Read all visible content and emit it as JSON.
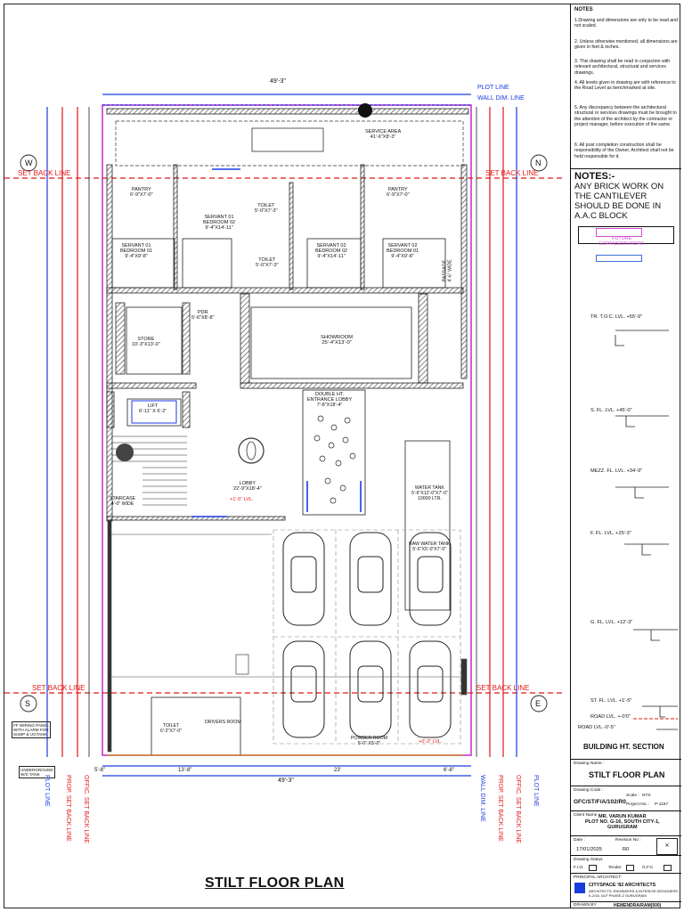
{
  "drawing_title": "STILT FLOOR PLAN",
  "dimensions": {
    "overall_width_top": "49'-3\"",
    "overall_width_bottom": "49'-3\"",
    "side_clear_left": "5'-8\"",
    "bottom_left": "13'-8\"",
    "bottom_mid": "23'",
    "bottom_right": "6'-8\"",
    "plot_line": "PLOT LINE",
    "wall_dim_line": "WALL DIM. LINE",
    "set_back_line": "SET BACK LINE",
    "offic_set_back": "OFFIC. SET BACK LINE",
    "prop_set_back": "PROP. SET BACK LINE"
  },
  "compass": {
    "west": "W",
    "north": "N",
    "south": "S",
    "east": "E"
  },
  "rooms": {
    "service_area": "SERVICE AREA\n41'-6\"X8'-3\"",
    "pantry_left": "PANTRY\n6'-9\"X7'-0\"",
    "pantry_right": "PANTRY\n6'-9\"X7'-0\"",
    "servant01_bed01": "SERVANT 01\nBEDROOM 01\n9'-4\"X9'-8\"",
    "servant01_bed02": "SERVANT 01\nBEDROOM 02\n9'-4\"X14'-11\"",
    "toilet_a": "TOILET\n5'-0\"X7'-3\"",
    "toilet_b": "TOILET\n5'-0\"X7'-3\"",
    "servant02_bed02": "SERVANT 02\nBEDROOM 02\n9'-4\"X14'-11\"",
    "servant02_bed01": "SERVANT 02\nBEDROOM 01\n9'-4\"X9'-8\"",
    "passage": "PASSAGE\n4'-6\" WIDE",
    "store": "STORE\n10'-3\"X13'-0\"",
    "pdr": "PDR\n5'-6\"X8'-8\"",
    "showroom": "SHOWROOM\n25'-4\"X13'-0\"",
    "lift": "LIFT\n6'-11\" X 6'-2\"",
    "double_ht_lobby": "DOUBLE HT.\nENTRANCE LOBBY\n7'-8\"X18'-4\"",
    "lobby": "LOBBY\n22'-9\"X18'-4\"",
    "lobby_level": "+1'-5\" LVL.",
    "staircase": "STAIRCASE\n4'-0\" WIDE",
    "water_tank": "WATER TANK\n5'-6\"X12'-0\"X7'-0\"\n10000 LTR.",
    "raw_water_tank": "RAW WATER TANK\n5'-6\"X5'-0\"X7'-0\"",
    "toilet_c": "TOILET\n6'-2\"X7'-0\"",
    "drivers_room": "DRIVERS ROOM",
    "powder_room": "POWDER ROOM\n5'-0\" X5'-0\"",
    "entry_level": "+0'-3\" LVL.",
    "fire_note": "FF WIRING PANEL\nWITH ALARM FOR\nSUMP & UGTANK",
    "underground_note": "UNDERGROUND\nW/S TANK"
  },
  "notes_heading": "NOTES",
  "notes": [
    "1.Drawing and dimensions are only to be read and not scaled.",
    "2. Unless otherwise mentioned, all dimensions are given in feet & inches.",
    "3. This drawing shall be read in conjuction with relevant architectural, structural and services drawings.",
    "4. All levels given in drawing are with reference to the Road Level as benchmarked at site.",
    "5. Any discrepancy between the architectural structural or services drawings must be brought to the attention of the architect by the contractor or project manager, before execution of the same.",
    "6. All post completion construction shall be responsibility of the Owner, Architect shall not be held responsible for it."
  ],
  "notes_big_heading": "NOTES:-",
  "notes_big_text": "ANY BRICK WORK ON THE CANTILEVER SHOULD BE DONE IN A.A.C BLOCK",
  "legend": [
    {
      "text": "FUTURE\nEXPANSION WORK",
      "color": "#d24bd2"
    },
    {
      "text": "",
      "color": "#3a6fd8"
    }
  ],
  "section": {
    "title": "BUILDING HT. SECTION",
    "levels": [
      "TR. T.O.C. LVL. +55'-9\"",
      "S. FL. LVL. +45'-0\"",
      "MEZZ. FL. LVL. +34'-9\"",
      "F. FL. LVL. +25'-3\"",
      "G. FL. LVL. +12'-3\"",
      "ST. FL. LVL. +1'-5\"",
      "ROAD LVL. +-0'0\"",
      "ROAD LVL.-0'-5\""
    ]
  },
  "title_block": {
    "drawing_name_label": "Drawing Name :",
    "drawing_name": "STILT FLOOR PLAN",
    "drawing_code_label": "Drawing Code :",
    "drawing_code": "GFC/ST/F/A/102/R0",
    "scale_label": "Scale :",
    "scale": "NTS",
    "project_no_label": "Project No. :",
    "project_no": "P-1157",
    "client_label": "Client Name :",
    "client": "MR. VARUN KUMAR\nPLOT NO. G-16, SOUTH CITY-1,\nGURUGRAM",
    "date_label": "Date :",
    "date": "17/01/2025",
    "revision_label": "Revision No :",
    "revision": "R0",
    "status_label": "Drawing Status",
    "status_options": [
      "F.I.O.",
      "Tender",
      "G.F.C."
    ],
    "architect_label": "PRINCIPAL ARCHITECT",
    "firm": "CITYSPACE '82 ARCHITECTS",
    "firm_sub": "ARCHITECTS, ENGINEERS & INTERIOR DESIGNERS\nK-2/16, DLF PHASE-2 GURUGRAM",
    "drawn_by_label": "DRAWN BY",
    "drawn_by": "HEMENDRA/RAM(500)"
  }
}
